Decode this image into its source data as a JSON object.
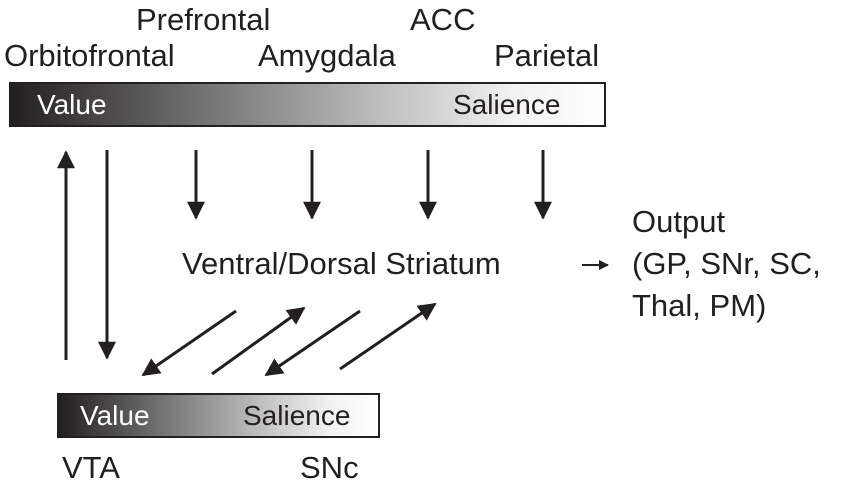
{
  "cortical_labels": {
    "prefrontal": "Prefrontal",
    "acc": "ACC",
    "orbitofrontal": "Orbitofrontal",
    "amygdala": "Amygdala",
    "parietal": "Parietal"
  },
  "top_bar": {
    "left_label": "Value",
    "right_label": "Salience"
  },
  "striatum": {
    "label": "Ventral/Dorsal Striatum"
  },
  "output": {
    "line1": "Output",
    "line2": "(GP, SNr, SC,",
    "line3": "Thal, PM)"
  },
  "bottom_bar": {
    "left_label": "Value",
    "right_label": "Salience"
  },
  "midbrain_labels": {
    "vta": "VTA",
    "snc": "SNc"
  },
  "colors": {
    "ink": "#231f20",
    "gradient_dark": "#231f20",
    "gradient_light": "#ffffff"
  }
}
